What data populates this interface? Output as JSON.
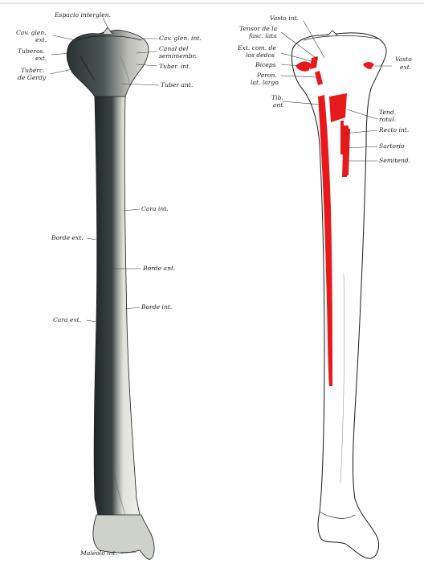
{
  "left_figure": {
    "labels": {
      "espacio_interglen": "Espacio interglen.",
      "cav_glen_ext_1": "Cav. glen.",
      "cav_glen_ext_2": "ext.",
      "tuberos_ext_1": "Tuberos.",
      "tuberos_ext_2": "ext.",
      "tuberc_gerdy_1": "Tubérc.",
      "tuberc_gerdy_2": "de Gerdy",
      "cav_glen_int": "Cav. glen. int.",
      "canal_semimembr_1": "Canal del",
      "canal_semimembr_2": "semimembr.",
      "tuber_int": "Tuber. int.",
      "tuber_ant": "Tuber ant.",
      "cara_int": "Cara int.",
      "borde_ext": "Borde ext.",
      "borde_ant": "Borde ant.",
      "borde_int": "Borde int.",
      "cara_ext": "Cara ext.",
      "maleolo_int": "Maléolo int."
    }
  },
  "right_figure": {
    "labels": {
      "vasto_int": "Vasto int.",
      "tensor_1": "Tensor de la",
      "tensor_2": "fasc. lata",
      "ext_com_1": "Ext. com. de",
      "ext_com_2": "los dedos",
      "biceps": "Biceps",
      "peron_1": "Peron.",
      "peron_2": "lat. largo",
      "tib_ant_1": "Tib.",
      "tib_ant_2": "ant.",
      "vasto_ext_1": "Vasto",
      "vasto_ext_2": "ext.",
      "tend_rotul_1": "Tend.",
      "tend_rotul_2": "rotul.",
      "recto_int": "Recto int.",
      "sartorio": "Sartorio",
      "semitend": "Semitend."
    }
  },
  "colors": {
    "muscle_insertion": "#e8191b",
    "bone_dark": "#2b3334",
    "bone_light": "#e6e6e0",
    "outline": "#1a1a1a"
  }
}
